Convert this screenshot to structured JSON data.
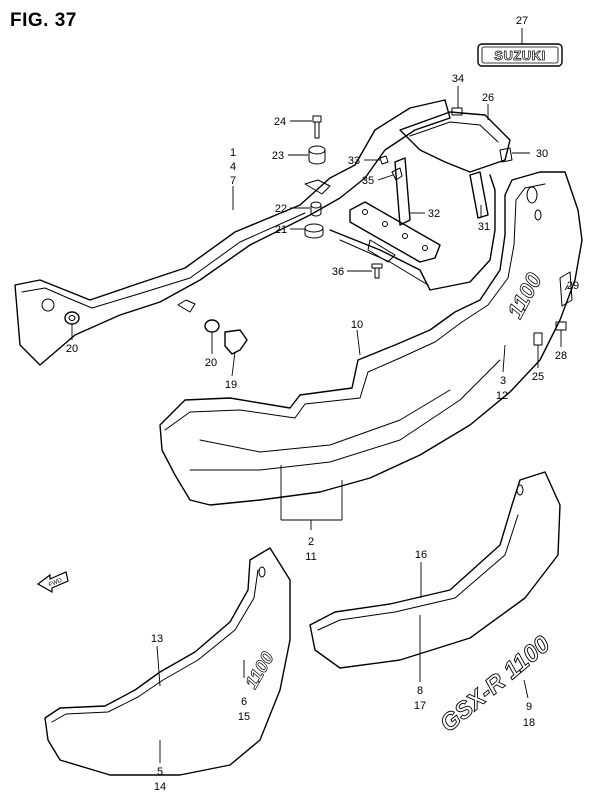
{
  "figure": {
    "title": "FIG. 37"
  },
  "logos": {
    "suzuki": "SUZUKI",
    "gsxr": "GSX-R 1100",
    "fwd": "FWD"
  },
  "callouts": [
    {
      "id": "c27",
      "text": "27"
    },
    {
      "id": "c34",
      "text": "34"
    },
    {
      "id": "c26",
      "text": "26"
    },
    {
      "id": "c24",
      "text": "24"
    },
    {
      "id": "c1",
      "text": "1"
    },
    {
      "id": "c4",
      "text": "4"
    },
    {
      "id": "c7",
      "text": "7"
    },
    {
      "id": "c23",
      "text": "23"
    },
    {
      "id": "c33",
      "text": "33"
    },
    {
      "id": "c30",
      "text": "30"
    },
    {
      "id": "c35",
      "text": "35"
    },
    {
      "id": "c22",
      "text": "22"
    },
    {
      "id": "c32",
      "text": "32"
    },
    {
      "id": "c21",
      "text": "21"
    },
    {
      "id": "c31",
      "text": "31"
    },
    {
      "id": "c36",
      "text": "36"
    },
    {
      "id": "c29",
      "text": "29"
    },
    {
      "id": "c20a",
      "text": "20"
    },
    {
      "id": "c10",
      "text": "10"
    },
    {
      "id": "c20b",
      "text": "20"
    },
    {
      "id": "c28",
      "text": "28"
    },
    {
      "id": "c25",
      "text": "25"
    },
    {
      "id": "c19",
      "text": "19"
    },
    {
      "id": "c3",
      "text": "3"
    },
    {
      "id": "c12",
      "text": "12"
    },
    {
      "id": "c2",
      "text": "2"
    },
    {
      "id": "c11",
      "text": "11"
    },
    {
      "id": "c16",
      "text": "16"
    },
    {
      "id": "c13",
      "text": "13"
    },
    {
      "id": "c6",
      "text": "6"
    },
    {
      "id": "c15",
      "text": "15"
    },
    {
      "id": "c8",
      "text": "8"
    },
    {
      "id": "c17",
      "text": "17"
    },
    {
      "id": "c9",
      "text": "9"
    },
    {
      "id": "c18",
      "text": "18"
    },
    {
      "id": "c5",
      "text": "5"
    },
    {
      "id": "c14",
      "text": "14"
    }
  ]
}
